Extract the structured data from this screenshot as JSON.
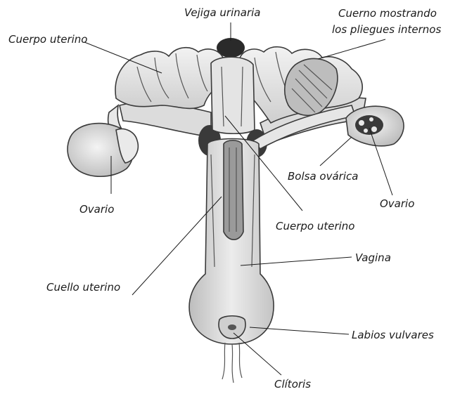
{
  "labels": {
    "vejiga": "Vejiga urinaria",
    "cuerno_1": "Cuerno mostrando",
    "cuerno_2": "los pliegues internos",
    "cuerpo_uterino_top": "Cuerpo uterino",
    "ovario_left": "Ovario",
    "bolsa_ovarica": "Bolsa ovárica",
    "ovario_right": "Ovario",
    "cuerpo_uterino_mid": "Cuerpo uterino",
    "vagina": "Vagina",
    "cuello_uterino": "Cuello uterino",
    "labios_vulvares": "Labios vulvares",
    "clitoris": "Clítoris"
  }
}
